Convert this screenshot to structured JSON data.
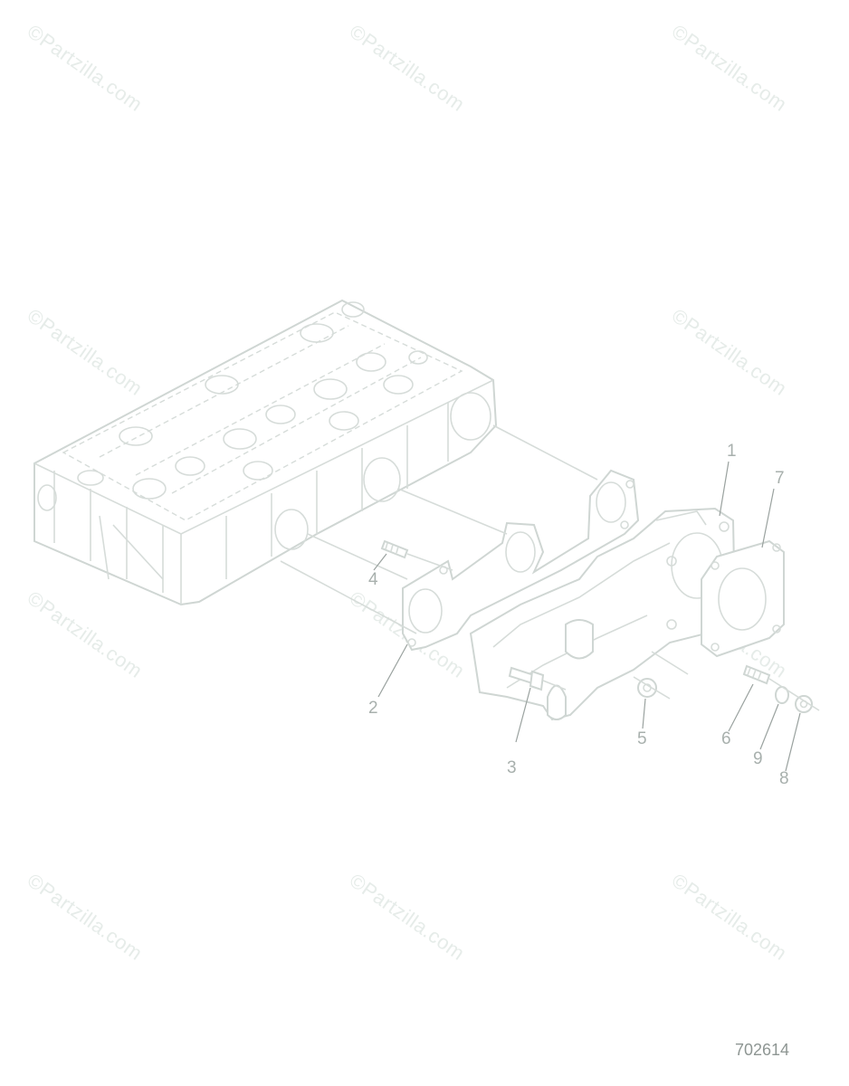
{
  "watermark": "©Partzilla.com",
  "callouts": [
    "1",
    "2",
    "3",
    "4",
    "5",
    "6",
    "7",
    "8",
    "9"
  ],
  "diagram_id": "702614",
  "colors": {
    "line": "#d6dcd9",
    "label": "#a8b0ad",
    "watermark": "#e6ece9"
  }
}
